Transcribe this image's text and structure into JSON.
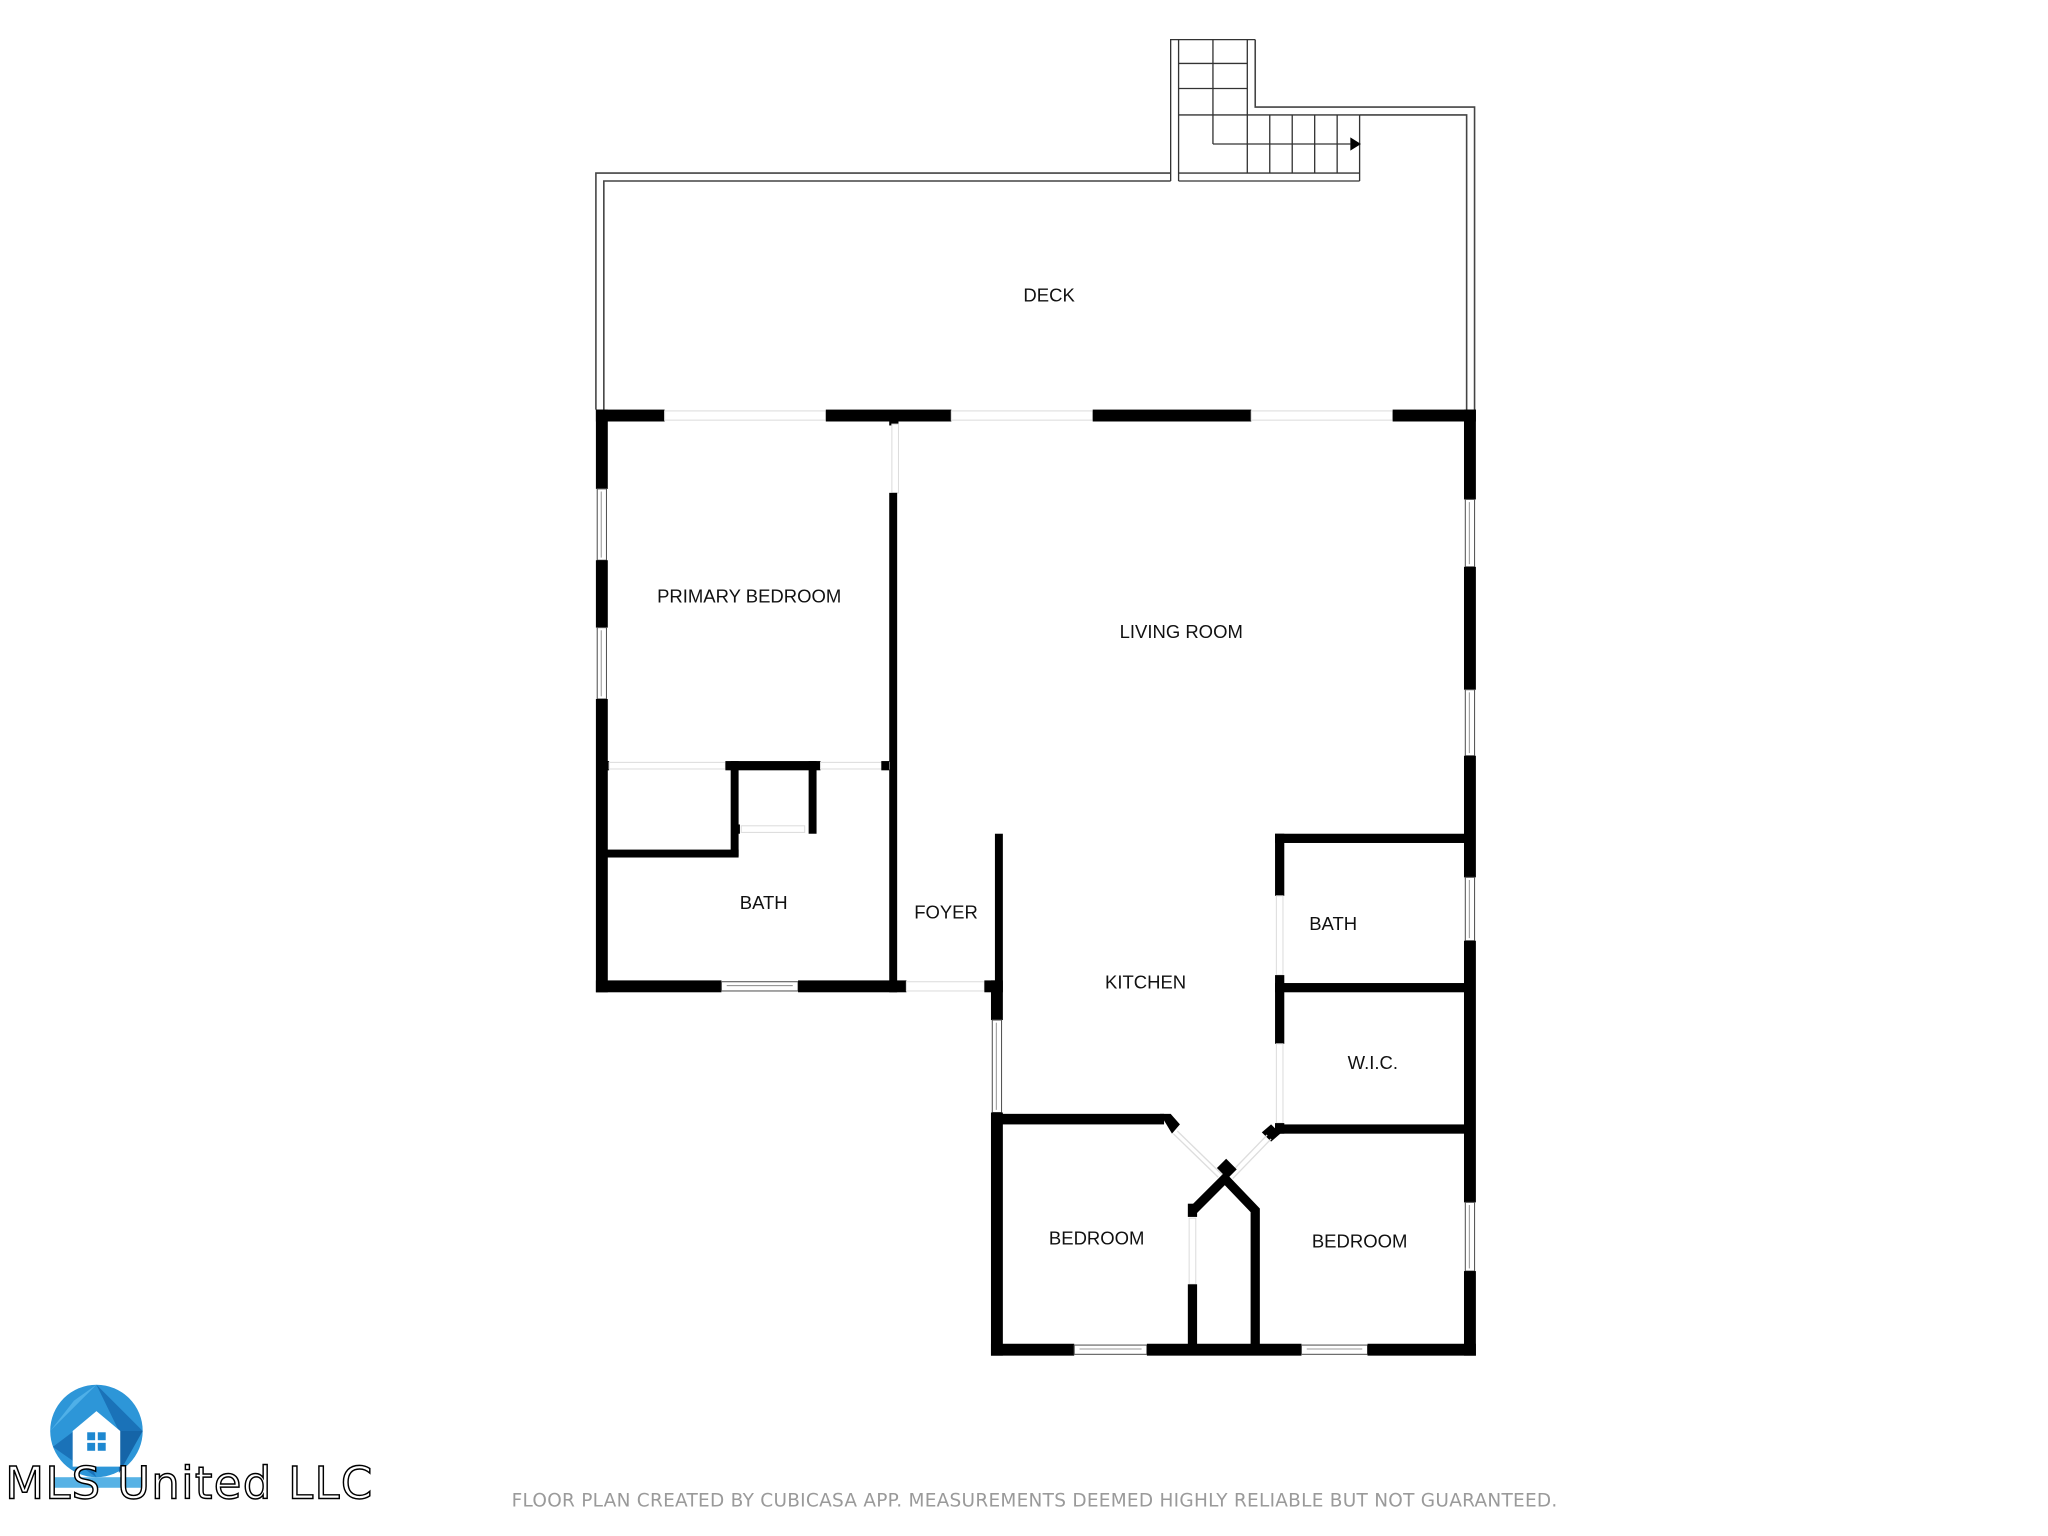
{
  "floor_plan": {
    "rooms": [
      {
        "id": "deck",
        "label": "DECK"
      },
      {
        "id": "primary_bedroom",
        "label": "PRIMARY BEDROOM"
      },
      {
        "id": "living_room",
        "label": "LIVING ROOM"
      },
      {
        "id": "bath_primary",
        "label": "BATH"
      },
      {
        "id": "foyer",
        "label": "FOYER"
      },
      {
        "id": "kitchen",
        "label": "KITCHEN"
      },
      {
        "id": "bath_hall",
        "label": "BATH"
      },
      {
        "id": "wic",
        "label": "W.I.C."
      },
      {
        "id": "bedroom_left",
        "label": "BEDROOM"
      },
      {
        "id": "bedroom_right",
        "label": "BEDROOM"
      }
    ],
    "disclaimer": "FLOOR PLAN CREATED BY CUBICASA APP. MEASUREMENTS DEEMED HIGHLY RELIABLE BUT NOT GUARANTEED.",
    "colors": {
      "wall": "#000000",
      "background": "#ffffff",
      "disclaimer_text": "#9a9a9a"
    }
  },
  "branding": {
    "watermark": "MLS United LLC",
    "logo_icon": "house-camera-aperture-icon",
    "logo_colors": {
      "primary": "#1e88d0",
      "secondary": "#3aa5e0",
      "dark": "#1565a8"
    }
  }
}
